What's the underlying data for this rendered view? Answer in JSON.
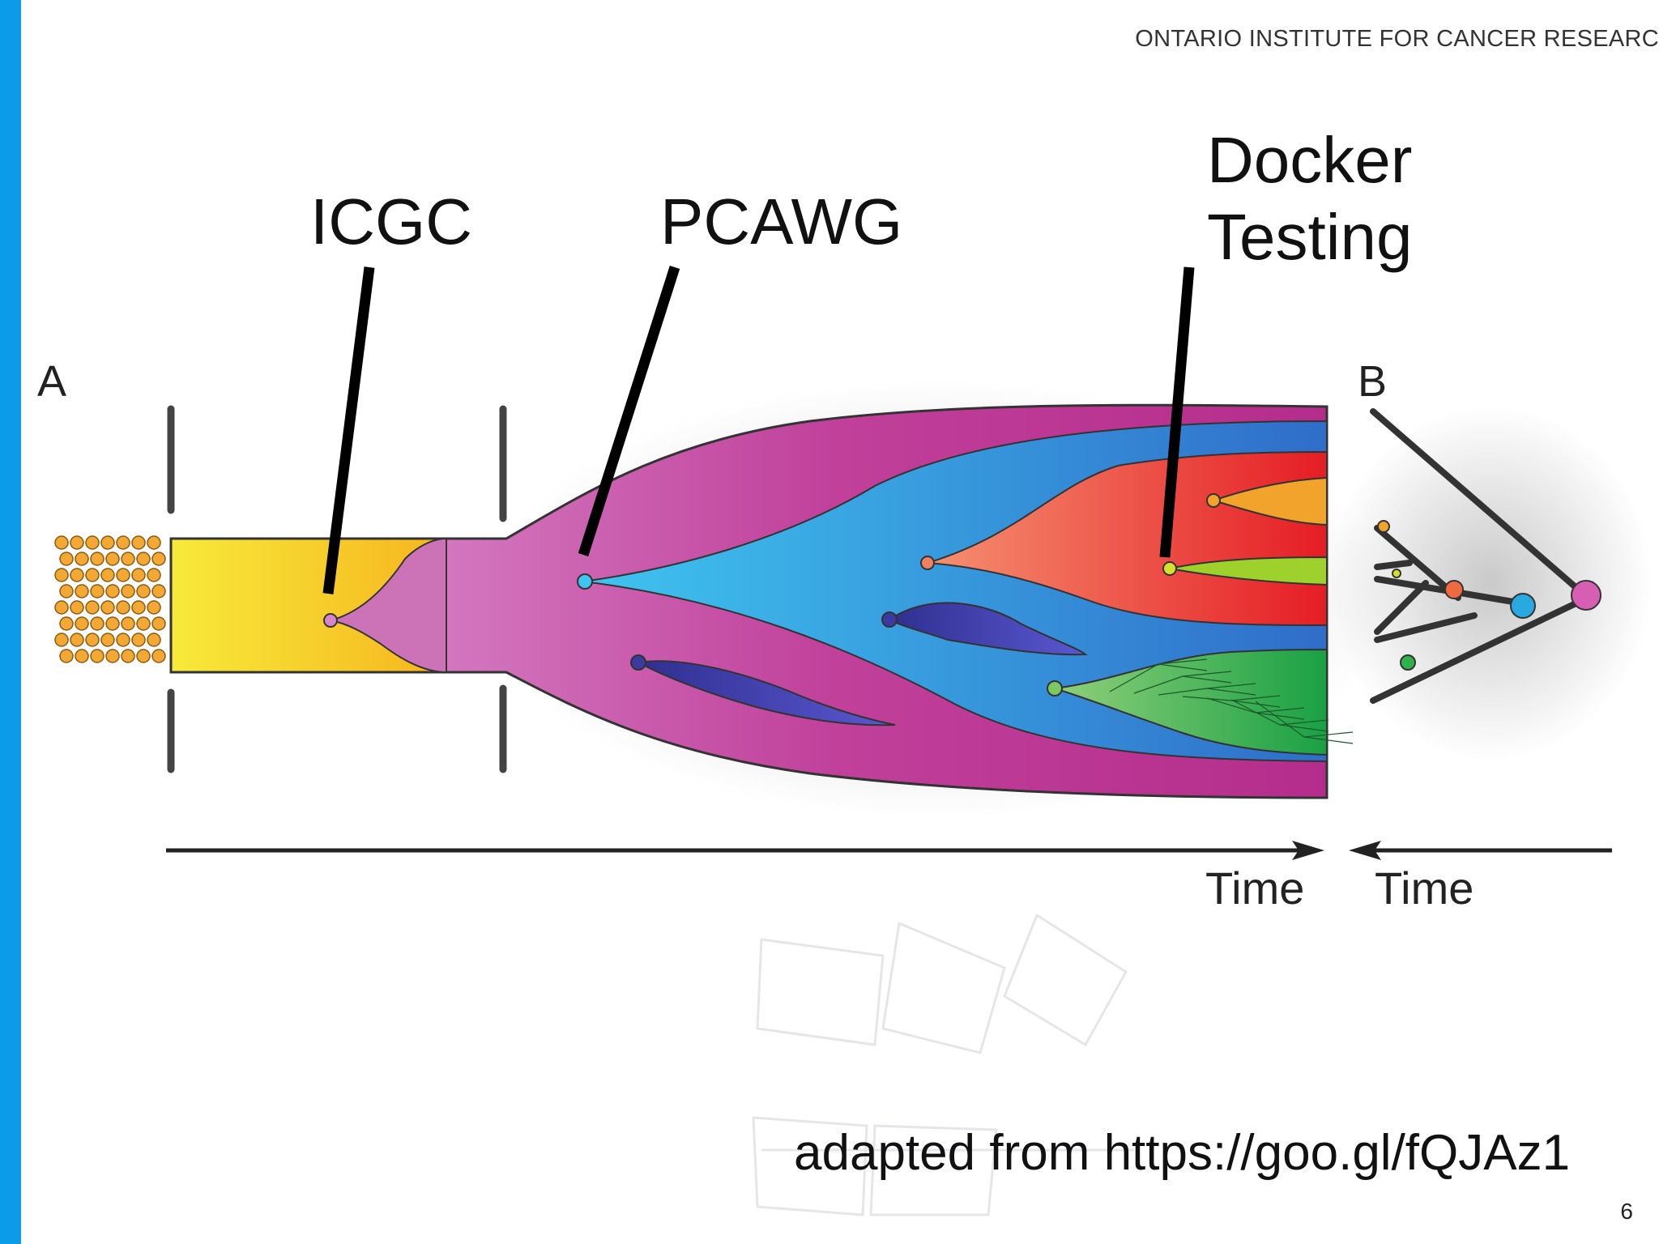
{
  "header": {
    "organization": "ONTARIO INSTITUTE FOR CANCER RESEARC"
  },
  "labels": {
    "icgc": "ICGC",
    "pcawg": "PCAWG",
    "docker_line1": "Docker",
    "docker_line2": "Testing",
    "point_a": "A",
    "point_b": "B",
    "time_forward": "Time",
    "time_backward": "Time"
  },
  "footer": {
    "source": "adapted from https://goo.gl/fQJAz1",
    "page_number": "6"
  },
  "colors": {
    "accent_bar": "#0a9ce8",
    "founder": "#f5c518",
    "trunk": "#c2409a",
    "clone_blue": "#2aa8e0",
    "clone_red": "#e8332a",
    "clone_green": "#2db34a",
    "clone_navy": "#3a3aa0"
  }
}
